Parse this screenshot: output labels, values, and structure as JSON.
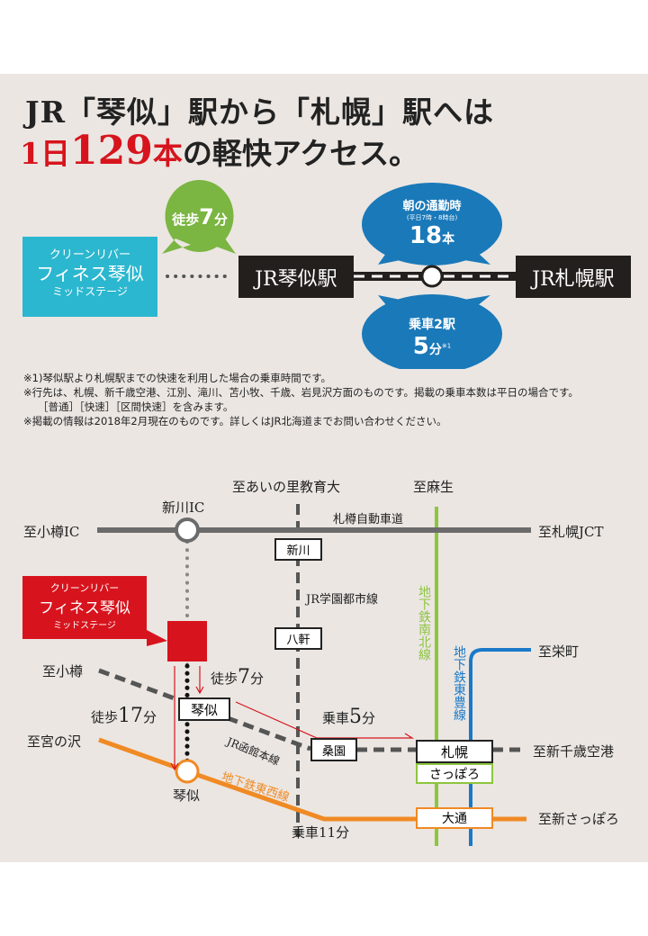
{
  "headline": {
    "line1": "JR「琴似」駅から「札幌」駅へは",
    "line2_a": "1日",
    "line2_num": "129",
    "line2_b": "本",
    "line2_c": "の軽快アクセス。"
  },
  "access": {
    "property": {
      "l1": "クリーンリバー",
      "l2": "フィネス琴似",
      "l3": "ミッドステージ"
    },
    "walk": {
      "a": "徒歩",
      "n": "7",
      "b": "分"
    },
    "from_station": "JR琴似駅",
    "to_station": "JR札幌駅",
    "rush": {
      "title": "朝の通勤時",
      "sub": "(平日7時・8時台)",
      "n": "18",
      "unit": "本"
    },
    "ride": {
      "title": "乗車2駅",
      "n": "5",
      "unit": "分",
      "note": "※1"
    }
  },
  "notes": [
    "※1)琴似駅より札幌駅までの快速を利用した場合の乗車時間です。",
    "※行先は、札幌、新千歳空港、江別、滝川、苫小牧、千歳、岩見沢方面のものです。掲載の乗車本数は平日の場合です。",
    "［普通］［快速］［区間快速］を含みます。",
    "※掲載の情報は2018年2月現在のものです。詳しくはJR北海道までお問い合わせください。"
  ],
  "map": {
    "to_ainosato": "至あいの里教育大",
    "to_asabu": "至麻生",
    "shinkawa_ic": "新川IC",
    "to_otaru_ic": "至小樽IC",
    "expressway": "札樽自動車道",
    "to_sapporo_jct": "至札幌JCT",
    "st_shinkawa": "新川",
    "gakuen_line": "JR学園都市線",
    "st_hakken": "八軒",
    "namboku": "地下鉄南北線",
    "toho": "地下鉄東豊線",
    "to_sakaemachi": "至栄町",
    "to_otaru": "至小樽",
    "walk7": {
      "a": "徒歩",
      "n": "7",
      "b": "分"
    },
    "st_kotoni_jr": "琴似",
    "walk17": {
      "a": "徒歩",
      "n": "17",
      "b": "分"
    },
    "ride5": {
      "a": "乗車",
      "n": "5",
      "b": "分"
    },
    "to_miyanosawa": "至宮の沢",
    "hakodate_line": "JR函館本線",
    "st_soen": "桑園",
    "st_sapporo": "札幌",
    "st_sapporo_sub": "さっぽろ",
    "to_shinchitose": "至新千歳空港",
    "st_kotoni_sub": "琴似",
    "tozai": "地下鉄東西線",
    "ride11": "乗車11分",
    "st_odori": "大通",
    "to_shinsapporo": "至新さっぽろ",
    "property": {
      "l1": "クリーンリバー",
      "l2": "フィネス琴似",
      "l3": "ミッドステージ"
    }
  }
}
